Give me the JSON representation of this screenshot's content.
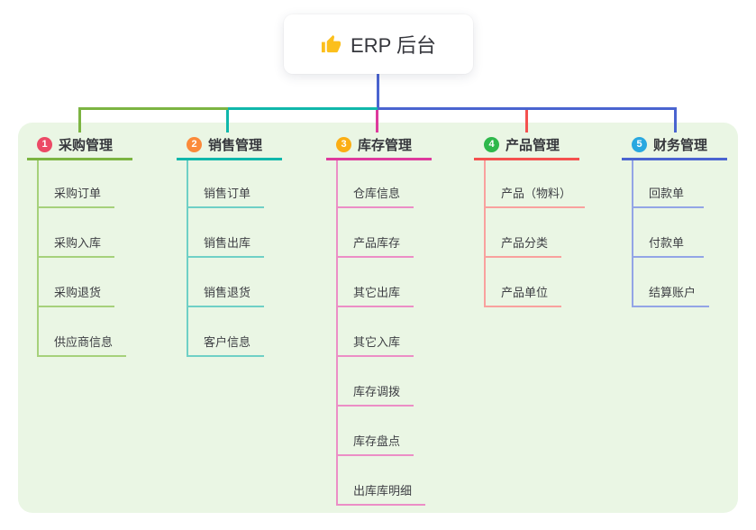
{
  "root": {
    "label": "ERP 后台",
    "icon": "thumbs-up-icon"
  },
  "branches": [
    {
      "num": "1",
      "label": "采购管理",
      "badge_color": "#ec4a66",
      "line_color": "#7cb442",
      "child_line_color": "#a6d17b",
      "children": [
        "采购订单",
        "采购入库",
        "采购退货",
        "供应商信息"
      ]
    },
    {
      "num": "2",
      "label": "销售管理",
      "badge_color": "#fb8a3a",
      "line_color": "#10b7ab",
      "child_line_color": "#6fd0c6",
      "children": [
        "销售订单",
        "销售出库",
        "销售退货",
        "客户信息"
      ]
    },
    {
      "num": "3",
      "label": "库存管理",
      "badge_color": "#fbae14",
      "line_color": "#de3a9d",
      "child_line_color": "#ec8ec6",
      "children": [
        "仓库信息",
        "产品库存",
        "其它出库",
        "其它入库",
        "库存调拨",
        "库存盘点",
        "出库库明细"
      ]
    },
    {
      "num": "4",
      "label": "产品管理",
      "badge_color": "#2eb84b",
      "line_color": "#f4514f",
      "child_line_color": "#f9a19e",
      "children": [
        "产品（物料）",
        "产品分类",
        "产品单位"
      ]
    },
    {
      "num": "5",
      "label": "财务管理",
      "badge_color": "#29a8e0",
      "line_color": "#4a64d0",
      "child_line_color": "#93a5e6",
      "children": [
        "回款单",
        "付款单",
        "结算账户"
      ]
    }
  ],
  "connectors": {
    "trunk_color": "#4a64d0"
  },
  "canvas": {
    "panel_color": "#eaf6e4",
    "background": "#ffffff",
    "thumb_color": "#fcbf1c"
  }
}
